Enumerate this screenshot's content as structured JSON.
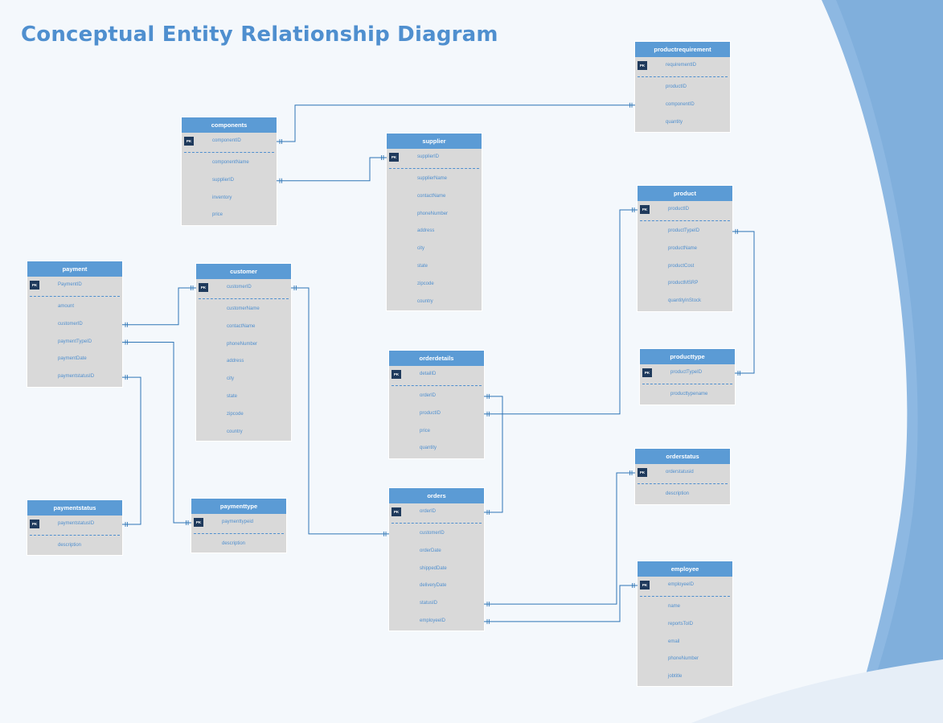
{
  "title": "Conceptual Entity Relationship Diagram",
  "pk_badge": "PK",
  "entities": {
    "components": {
      "name": "components",
      "pk": "componentID",
      "attributes": [
        "componentName",
        "supplierID",
        "inventory",
        "price"
      ]
    },
    "supplier": {
      "name": "supplier",
      "pk": "supplierID",
      "attributes": [
        "supplierName",
        "contactName",
        "phoneNumber",
        "address",
        "city",
        "state",
        "zipcode",
        "country"
      ]
    },
    "productrequirement": {
      "name": "productrequirement",
      "pk": "requirementID",
      "attributes": [
        "productID",
        "componentID",
        "quantity"
      ]
    },
    "product": {
      "name": "product",
      "pk": "productID",
      "attributes": [
        "productTypeID",
        "productName",
        "productCost",
        "productMSRP",
        "quantityInStock"
      ]
    },
    "payment": {
      "name": "payment",
      "pk": "PaymentID",
      "attributes": [
        "amount",
        "customerID",
        "paymentTypeID",
        "paymentDate",
        "paymentstatusID"
      ]
    },
    "customer": {
      "name": "customer",
      "pk": "customerID",
      "attributes": [
        "customerName",
        "contactName",
        "phoneNumber",
        "address",
        "city",
        "state",
        "zipcode",
        "country"
      ]
    },
    "producttype": {
      "name": "producttype",
      "pk": "productTypeID",
      "attributes": [
        "producttypename"
      ]
    },
    "orderdetails": {
      "name": "orderdetails",
      "pk": "detailID",
      "attributes": [
        "orderID",
        "productID",
        "price",
        "quantity"
      ]
    },
    "orderstatus": {
      "name": "orderstatus",
      "pk": "orderstatusid",
      "attributes": [
        "description"
      ]
    },
    "paymentstatus": {
      "name": "paymentstatus",
      "pk": "paymentstatusID",
      "attributes": [
        "description"
      ]
    },
    "paymenttype": {
      "name": "paymenttype",
      "pk": "paymenttypeid",
      "attributes": [
        "description"
      ]
    },
    "orders": {
      "name": "orders",
      "pk": "orderID",
      "attributes": [
        "customerID",
        "orderDate",
        "shippedDate",
        "deliveryDate",
        "statusID",
        "employeeID"
      ]
    },
    "employee": {
      "name": "employee",
      "pk": "employeeID",
      "attributes": [
        "name",
        "reportsToID",
        "email",
        "phoneNumber",
        "jobtitle"
      ]
    }
  },
  "relationships": [
    {
      "from": "components.componentID",
      "to": "productrequirement.componentID"
    },
    {
      "from": "components.supplierID",
      "to": "supplier.supplierID"
    },
    {
      "from": "payment.customerID",
      "to": "customer.customerID"
    },
    {
      "from": "payment.paymentTypeID",
      "to": "paymenttype.paymenttypeid"
    },
    {
      "from": "payment.paymentstatusID",
      "to": "paymentstatus.paymentstatusID"
    },
    {
      "from": "customer.customerID",
      "to": "orders.customerID"
    },
    {
      "from": "orderdetails.orderID",
      "to": "orders.orderID"
    },
    {
      "from": "orderdetails.productID",
      "to": "product.productID"
    },
    {
      "from": "product.productTypeID",
      "to": "producttype.productTypeID"
    },
    {
      "from": "orders.statusID",
      "to": "orderstatus.orderstatusid"
    },
    {
      "from": "orders.employeeID",
      "to": "employee.employeeID"
    }
  ],
  "colors": {
    "header": "#5b9bd5",
    "body": "#d9d9d9",
    "text": "#4f8fcf",
    "link": "#2e75b6",
    "pk_badge": "#1f3a5c"
  }
}
